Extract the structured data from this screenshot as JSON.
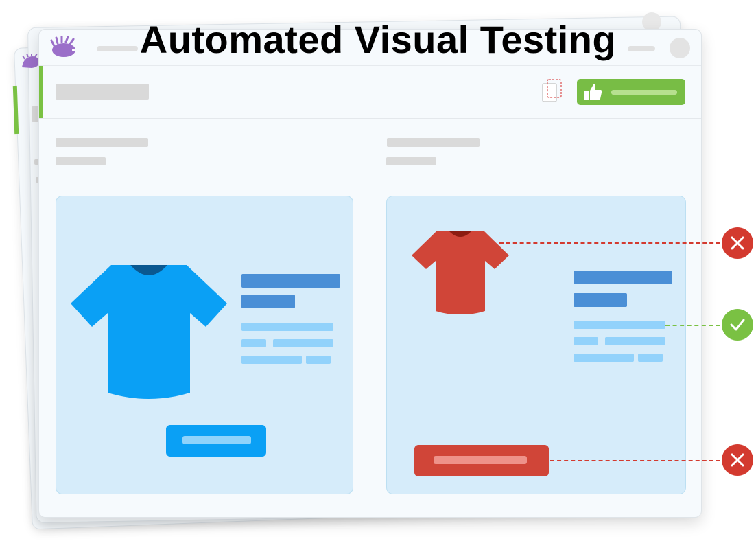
{
  "headline": "Automated Visual Testing",
  "colors": {
    "accent_green": "#78bd45",
    "baseline_blue": "#0aa0f5",
    "checkpoint_red": "#d04538",
    "panel_bg": "#d6ecfa",
    "fail_red": "#d33a2f",
    "pass_green": "#7ac143"
  },
  "icons": {
    "logo": "hedgehog-logo-icon",
    "copy": "copy-diff-icon",
    "approve": "thumbs-up-icon",
    "fail": "x-icon",
    "pass": "checkmark-icon"
  },
  "panels": {
    "baseline": {
      "product": "t-shirt",
      "shirt_color": "blue"
    },
    "checkpoint": {
      "product": "t-shirt",
      "shirt_color": "red"
    }
  },
  "annotations": [
    {
      "target": "shirt-image",
      "status": "fail"
    },
    {
      "target": "product-text",
      "status": "pass"
    },
    {
      "target": "buy-button",
      "status": "fail"
    }
  ]
}
